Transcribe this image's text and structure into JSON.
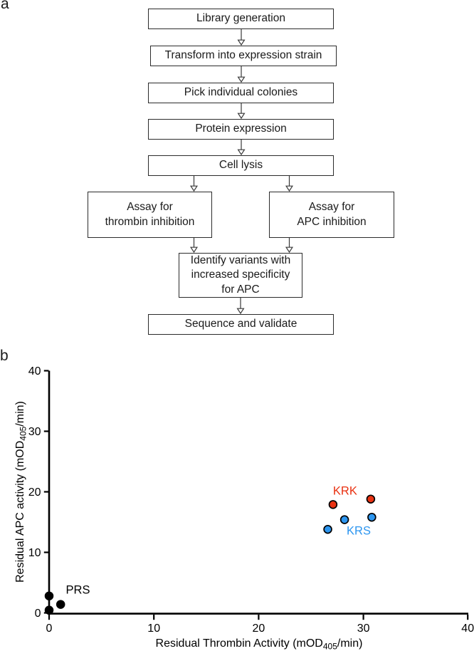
{
  "figure": {
    "panel_a_letter": "a",
    "panel_b_letter": "b"
  },
  "flowchart": {
    "boxes": [
      {
        "id": "library-generation",
        "label": "Library generation"
      },
      {
        "id": "transform-strain",
        "label": "Transform into expression strain"
      },
      {
        "id": "pick-colonies",
        "label": "Pick individual colonies"
      },
      {
        "id": "protein-expression",
        "label": "Protein expression"
      },
      {
        "id": "cell-lysis",
        "label": "Cell lysis"
      },
      {
        "id": "assay-thrombin",
        "label": "Assay for\nthrombin inhibition"
      },
      {
        "id": "assay-apc",
        "label": "Assay for\nAPC inhibition"
      },
      {
        "id": "identify-variants",
        "label": "Identify variants with\nincreased specificity\nfor APC"
      },
      {
        "id": "sequence-validate",
        "label": "Sequence and validate"
      }
    ]
  },
  "chart_data": {
    "type": "scatter",
    "xlabel": {
      "pre": "Residual Thrombin Activity (mOD",
      "sub": "405",
      "post": "/min)"
    },
    "ylabel": {
      "pre": "Residual APC activity (mOD",
      "sub": "405",
      "post": "/min)"
    },
    "xlim": [
      0,
      40
    ],
    "ylim": [
      0,
      40
    ],
    "x_ticks": [
      0,
      10,
      20,
      30,
      40
    ],
    "y_ticks": [
      0,
      10,
      20,
      30,
      40
    ],
    "grid": false,
    "legend": "none",
    "colors": {
      "prs": "#000000",
      "krk": "#e93212",
      "krs": "#2d96f0"
    },
    "series": [
      {
        "name": "PRS",
        "color": "#000000",
        "points": [
          [
            0,
            2.8
          ],
          [
            1.1,
            1.4
          ],
          [
            0,
            0.45
          ]
        ]
      },
      {
        "name": "KRK",
        "color": "#e93212",
        "points": [
          [
            27.1,
            17.9
          ],
          [
            30.7,
            18.8
          ]
        ]
      },
      {
        "name": "KRS",
        "color": "#2d96f0",
        "points": [
          [
            26.6,
            13.8
          ],
          [
            28.2,
            15.4
          ],
          [
            30.8,
            15.8
          ]
        ]
      }
    ],
    "annotations": [
      {
        "text": "PRS",
        "color": "#000000",
        "x": 1.6,
        "y": 3.8
      },
      {
        "text": "KRK",
        "color": "#e93212",
        "x": 27.1,
        "y": 20.2
      },
      {
        "text": "KRS",
        "color": "#2d96f0",
        "x": 28.4,
        "y": 13.6
      }
    ]
  }
}
